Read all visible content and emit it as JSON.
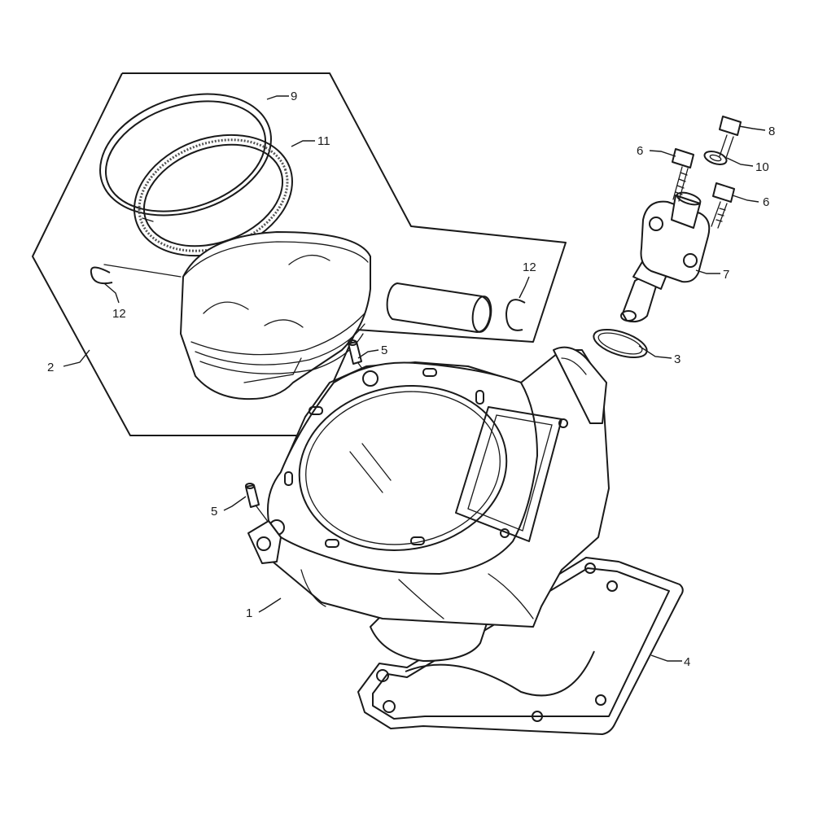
{
  "callouts": [
    {
      "id": "c1",
      "label": "1"
    },
    {
      "id": "c2",
      "label": "2"
    },
    {
      "id": "c3",
      "label": "3"
    },
    {
      "id": "c4",
      "label": "4"
    },
    {
      "id": "c5a",
      "label": "5"
    },
    {
      "id": "c5b",
      "label": "5"
    },
    {
      "id": "c6a",
      "label": "6"
    },
    {
      "id": "c6b",
      "label": "6"
    },
    {
      "id": "c7",
      "label": "7"
    },
    {
      "id": "c8",
      "label": "8"
    },
    {
      "id": "c9",
      "label": "9"
    },
    {
      "id": "c10",
      "label": "10"
    },
    {
      "id": "c11",
      "label": "11"
    },
    {
      "id": "c12a",
      "label": "12"
    },
    {
      "id": "c12b",
      "label": "12"
    }
  ],
  "colors": {
    "line": "#1a1a1a",
    "background": "#ffffff"
  }
}
